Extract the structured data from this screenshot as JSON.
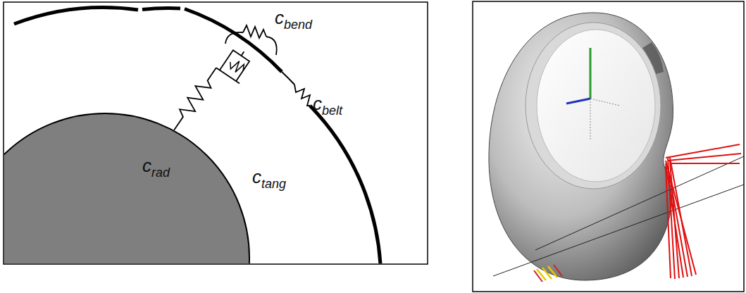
{
  "diagram": {
    "labels": [
      "cbend",
      "cbelt",
      "crad",
      "ctang"
    ]
  }
}
